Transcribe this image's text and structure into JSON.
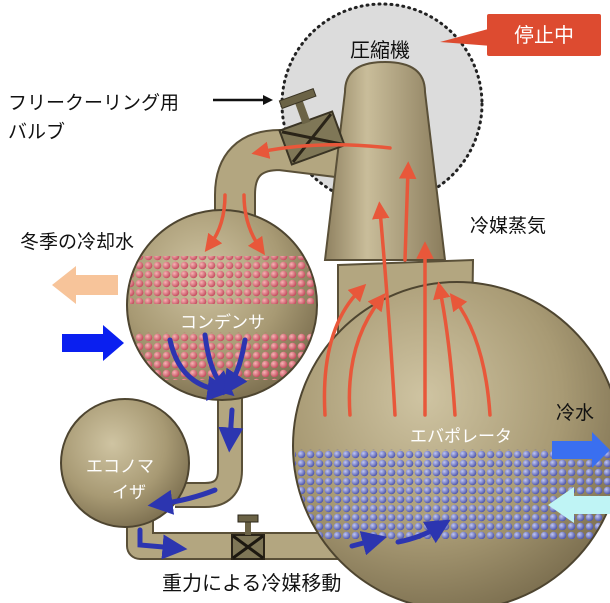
{
  "title": "重力による冷媒移動",
  "status_badge": "停止中",
  "labels": {
    "compressor": "圧縮機",
    "free_cooling_valve": "フリークーリング用",
    "free_cooling_valve_2": "バルブ",
    "refrigerant_vapor": "冷媒蒸気",
    "winter_cooling_water": "冬季の冷却水",
    "chilled_water": "冷水",
    "condenser": "コンデンサ",
    "evaporator": "エバポレータ",
    "economizer_1": "エコノマ",
    "economizer_2": "イザ"
  },
  "colors": {
    "vessel": "#a89a74",
    "vapor_arrow": "#e8573a",
    "liquid_arrow": "#2c35b0",
    "cooling_in": "#0a1ff0",
    "cooling_out": "#f7c49a",
    "chilled_in": "#bff4f5",
    "chilled_out": "#3a6ff0",
    "badge": "#dd4b30"
  }
}
